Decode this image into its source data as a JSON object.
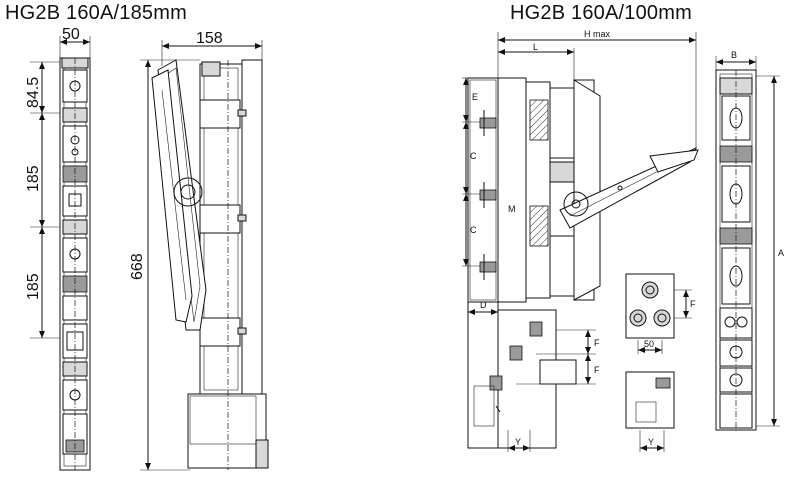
{
  "titles": {
    "left": "HG2B 160A/185mm",
    "right": "HG2B 160A/100mm"
  },
  "left_drawing": {
    "dims": {
      "width_front": "50",
      "depth_side": "158",
      "top_offset": "84.5",
      "pitch_1": "185",
      "pitch_2": "185",
      "height": "668"
    }
  },
  "right_drawing": {
    "dims": {
      "h_max": "H max",
      "l": "L",
      "e": "E",
      "c1": "C",
      "c2": "C",
      "m": "M",
      "d": "D",
      "f1": "F",
      "f2": "F",
      "f3": "F",
      "y1": "Y",
      "y2": "Y",
      "fifty": "50",
      "b": "B",
      "a": "A"
    }
  }
}
